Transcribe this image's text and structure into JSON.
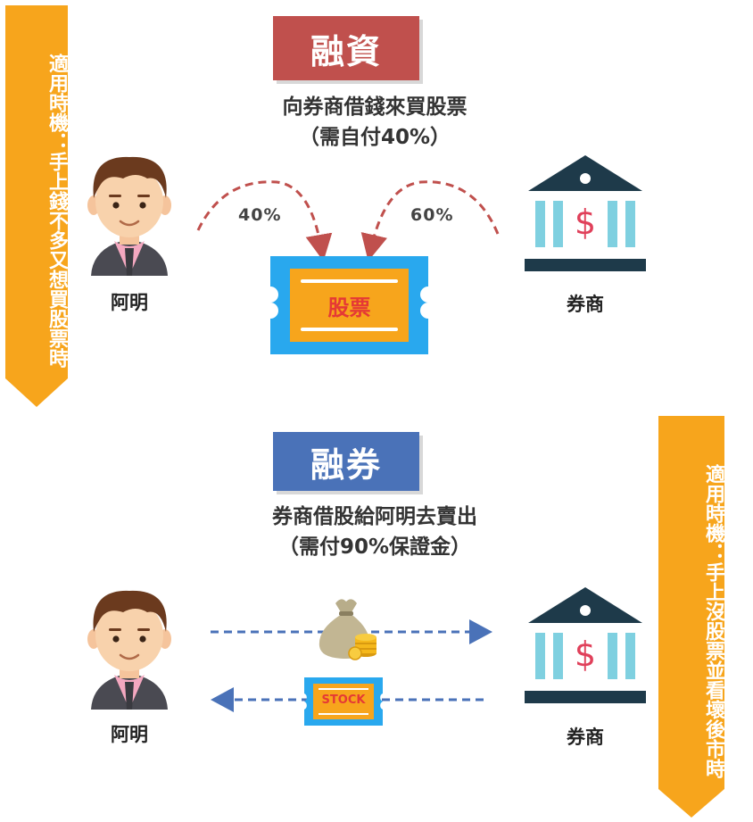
{
  "left_banner": {
    "text": "適用時機：手上錢不多又想買股票時"
  },
  "right_banner": {
    "text": "適用時機：手上沒股票並看壞後市時"
  },
  "margin_buy": {
    "title": "融資",
    "line1": "向券商借錢來買股票",
    "line2": "（需自付40%）",
    "person_label": "阿明",
    "broker_label": "券商",
    "ticket_label": "股票",
    "left_pct": "40%",
    "right_pct": "60%"
  },
  "short_sell": {
    "title": "融券",
    "line1": "券商借股給阿明去賣出",
    "line2": "（需付90%保證金）",
    "person_label": "阿明",
    "broker_label": "券商",
    "ticket_label": "STOCK"
  },
  "colors": {
    "margin_title_bg": "#c0504d",
    "short_title_bg": "#4a72b8",
    "banner": "#f7a51c",
    "arrow_red": "#c0504d",
    "arrow_blue": "#4a72b8",
    "bank": "#1e3a4a",
    "bank_column": "#7fd0e0",
    "dollar": "#e0405a",
    "ticket_outer": "#29a8ee",
    "ticket_inner": "#f7a51c",
    "ticket_text": "#e53935"
  }
}
